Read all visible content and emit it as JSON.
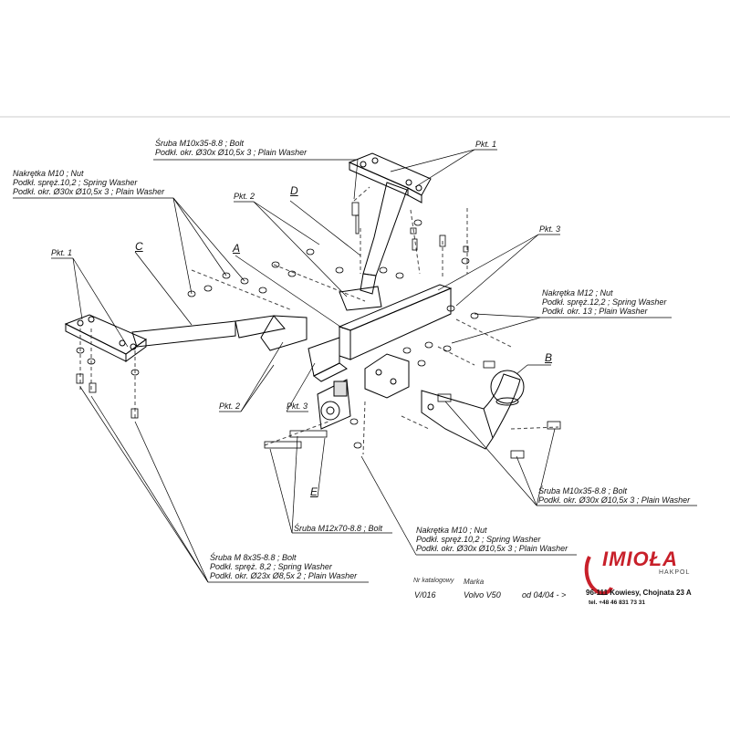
{
  "part_labels": {
    "a": "A",
    "b": "B",
    "c": "C",
    "d": "D",
    "e": "E"
  },
  "points": {
    "pkt1_top": "Pkt. 1",
    "pkt1_left": "Pkt. 1",
    "pkt2_top": "Pkt. 2",
    "pkt2_bottom": "Pkt. 2",
    "pkt3_top": "Pkt. 3",
    "pkt3_bottom": "Pkt. 3"
  },
  "callouts": {
    "top_bolt": [
      "Śruba M10x35-8.8 ;  Bolt",
      "Podkł. okr.  Ø30x Ø10,5x 3 ; Plain Washer"
    ],
    "left_nut": [
      "Nakrętka  M10 ; Nut",
      "Podkł. spręż.10,2 ; Spring Washer",
      "Podkł. okr.  Ø30x Ø10,5x 3 ; Plain Washer"
    ],
    "right_nut": [
      "Nakrętka  M12 ; Nut",
      "Podkł. spręż.12,2 ; Spring Washer",
      "Podkł. okr. 13 ; Plain Washer"
    ],
    "right_bolt": [
      "Śruba M10x35-8.8 ;  Bolt",
      "Podkł. okr.  Ø30x Ø10,5x 3 ; Plain Washer"
    ],
    "m12_bolt": [
      "Śruba M12x70-8.8 ;  Bolt"
    ],
    "bottom_nut": [
      "Nakrętka  M10 ; Nut",
      "Podkł. spręż.10,2 ; Spring Washer",
      "Podkł. okr.  Ø30x Ø10,5x 3 ; Plain Washer"
    ],
    "m8_bolt": [
      "Śruba M 8x35-8.8 ;  Bolt",
      "Podkł. spręż. 8,2 ; Spring Washer",
      "Podkł. okr.  Ø23x Ø8,5x 2 ; Plain Washer"
    ]
  },
  "catalog": {
    "nr_label": "Nr katalogowy",
    "nr_value": "V/016",
    "marka_label": "Marka",
    "marka_value": "Volvo V50",
    "date_value": "od  04/04 - >"
  },
  "brand": {
    "name": "IMIOŁA",
    "subname": "HAKPOL",
    "address": "96-111 Kowiesy, Chojnata 23 A",
    "phone": "tel. +48 46 831 73 31",
    "accent_color": "#c8202a"
  }
}
